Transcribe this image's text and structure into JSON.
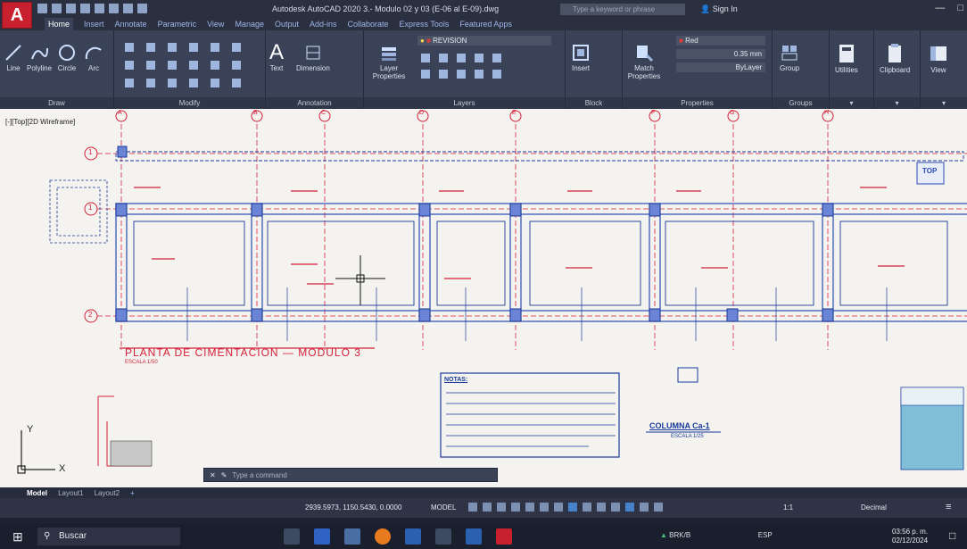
{
  "app": {
    "title": "Autodesk AutoCAD 2020   3.- Modulo 02 y 03 (E-06 al E-09).dwg",
    "logo_letter": "A",
    "search_placeholder": "Type a keyword or phrase",
    "signin": "Sign In"
  },
  "tabs": [
    "Home",
    "Insert",
    "Annotate",
    "Parametric",
    "View",
    "Manage",
    "Output",
    "Add-ins",
    "Collaborate",
    "Express Tools",
    "Featured Apps"
  ],
  "ribbon": {
    "draw": {
      "label": "Draw",
      "tools": [
        "Line",
        "Polyline",
        "Circle",
        "Arc"
      ]
    },
    "modify": {
      "label": "Modify"
    },
    "annotation": {
      "label": "Annotation",
      "text": "Text",
      "dimension": "Dimension"
    },
    "layers": {
      "label": "Layers",
      "layer_properties": "Layer Properties",
      "current_layer": "REVISION"
    },
    "block": {
      "label": "Block",
      "insert": "Insert"
    },
    "properties": {
      "label": "Properties",
      "match": "Match Properties",
      "color": "Red",
      "lineweight": "0.35 mm",
      "linetype": "ByLayer"
    },
    "groups": {
      "label": "Groups",
      "group": "Group"
    },
    "utilities": "Utilities",
    "clipboard": "Clipboard",
    "view": "View"
  },
  "viewport": {
    "label": "[-][Top][2D Wireframe]",
    "drawing_title": "PLANTA DE CIMENTACION — MODULO 3",
    "drawing_scale": "ESCALA 1/50",
    "notes_title": "NOTAS:",
    "column_title": "COLUMNA Ca-1",
    "column_scale": "ESCALA 1/25",
    "grid_letters": [
      "A",
      "B",
      "C",
      "D",
      "E",
      "F",
      "G",
      "H"
    ],
    "grid_numbers": [
      "1",
      "1",
      "2"
    ],
    "top_label": "TOP"
  },
  "command_line": {
    "placeholder": "Type a command"
  },
  "layout_tabs": [
    "Model",
    "Layout1",
    "Layout2"
  ],
  "status": {
    "coords": "2939.5973, 1150.5430, 0.0000",
    "model": "MODEL",
    "scale": "1:1",
    "units": "Decimal"
  },
  "taskbar": {
    "search": "Buscar",
    "tray_text": "BRK/B",
    "lang": "ESP",
    "time": "03:56 p. m.",
    "date": "02/12/2024"
  },
  "colors": {
    "accent": "#c8202f",
    "ribbon": "#3a4257",
    "drawing_red": "#d4203a",
    "drawing_blue": "#2a4ab8"
  }
}
